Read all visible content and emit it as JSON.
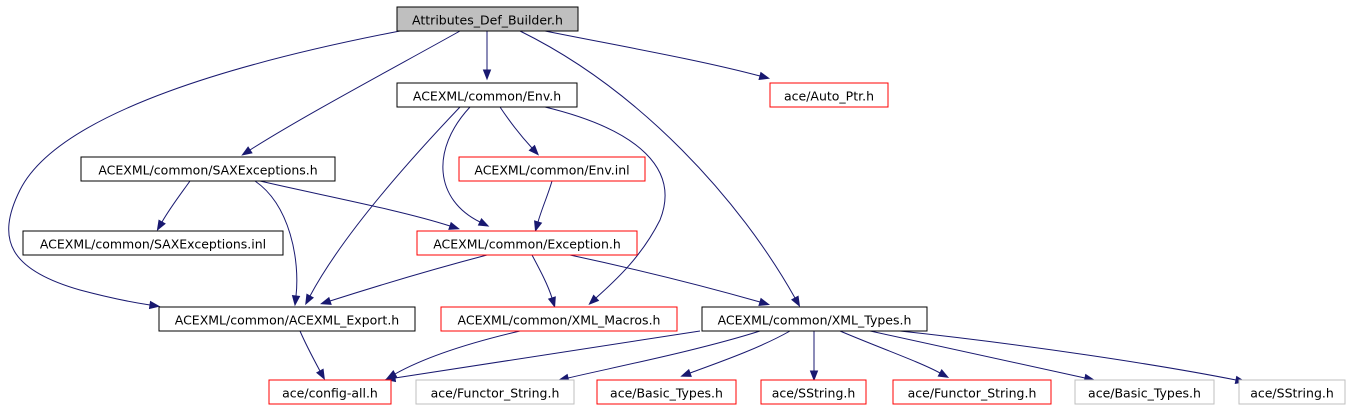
{
  "colors": {
    "root_fill": "#bfbfbf",
    "root_border": "#000000",
    "documented_border": "#000000",
    "undocumented_border": "#ff0000",
    "external_border": "#bfbfbf",
    "edge": "#191970"
  },
  "nodes": [
    {
      "id": "n_root",
      "label": "Attributes_Def_Builder.h",
      "kind": "root"
    },
    {
      "id": "n_env",
      "label": "ACEXML/common/Env.h",
      "kind": "documented"
    },
    {
      "id": "n_autoptr",
      "label": "ace/Auto_Ptr.h",
      "kind": "undocumented"
    },
    {
      "id": "n_saxexc",
      "label": "ACEXML/common/SAXExceptions.h",
      "kind": "documented"
    },
    {
      "id": "n_envinl",
      "label": "ACEXML/common/Env.inl",
      "kind": "undocumented"
    },
    {
      "id": "n_saxinl",
      "label": "ACEXML/common/SAXExceptions.inl",
      "kind": "documented"
    },
    {
      "id": "n_exception",
      "label": "ACEXML/common/Exception.h",
      "kind": "undocumented"
    },
    {
      "id": "n_export",
      "label": "ACEXML/common/ACEXML_Export.h",
      "kind": "documented"
    },
    {
      "id": "n_macros",
      "label": "ACEXML/common/XML_Macros.h",
      "kind": "undocumented"
    },
    {
      "id": "n_types",
      "label": "ACEXML/common/XML_Types.h",
      "kind": "documented"
    },
    {
      "id": "n_configall",
      "label": "ace/config-all.h",
      "kind": "undocumented"
    },
    {
      "id": "n_functor_ext",
      "label": "ace/Functor_String.h",
      "kind": "external"
    },
    {
      "id": "n_basic_red",
      "label": "ace/Basic_Types.h",
      "kind": "undocumented"
    },
    {
      "id": "n_sstring_red",
      "label": "ace/SString.h",
      "kind": "undocumented"
    },
    {
      "id": "n_functor_red",
      "label": "ace/Functor_String.h",
      "kind": "undocumented"
    },
    {
      "id": "n_basic_ext",
      "label": "ace/Basic_Types.h",
      "kind": "external"
    },
    {
      "id": "n_sstring_ext",
      "label": "ace/SString.h",
      "kind": "external"
    }
  ],
  "edges": [
    [
      "n_root",
      "n_env"
    ],
    [
      "n_root",
      "n_autoptr"
    ],
    [
      "n_root",
      "n_saxexc"
    ],
    [
      "n_root",
      "n_types"
    ],
    [
      "n_root",
      "n_export"
    ],
    [
      "n_env",
      "n_envinl"
    ],
    [
      "n_env",
      "n_exception"
    ],
    [
      "n_env",
      "n_export"
    ],
    [
      "n_env",
      "n_macros"
    ],
    [
      "n_envinl",
      "n_exception"
    ],
    [
      "n_saxexc",
      "n_saxinl"
    ],
    [
      "n_saxexc",
      "n_exception"
    ],
    [
      "n_saxexc",
      "n_export"
    ],
    [
      "n_exception",
      "n_export"
    ],
    [
      "n_exception",
      "n_macros"
    ],
    [
      "n_exception",
      "n_types"
    ],
    [
      "n_export",
      "n_configall"
    ],
    [
      "n_macros",
      "n_configall"
    ],
    [
      "n_types",
      "n_configall"
    ],
    [
      "n_types",
      "n_functor_ext"
    ],
    [
      "n_types",
      "n_basic_red"
    ],
    [
      "n_types",
      "n_sstring_red"
    ],
    [
      "n_types",
      "n_functor_red"
    ],
    [
      "n_types",
      "n_basic_ext"
    ],
    [
      "n_types",
      "n_sstring_ext"
    ]
  ]
}
